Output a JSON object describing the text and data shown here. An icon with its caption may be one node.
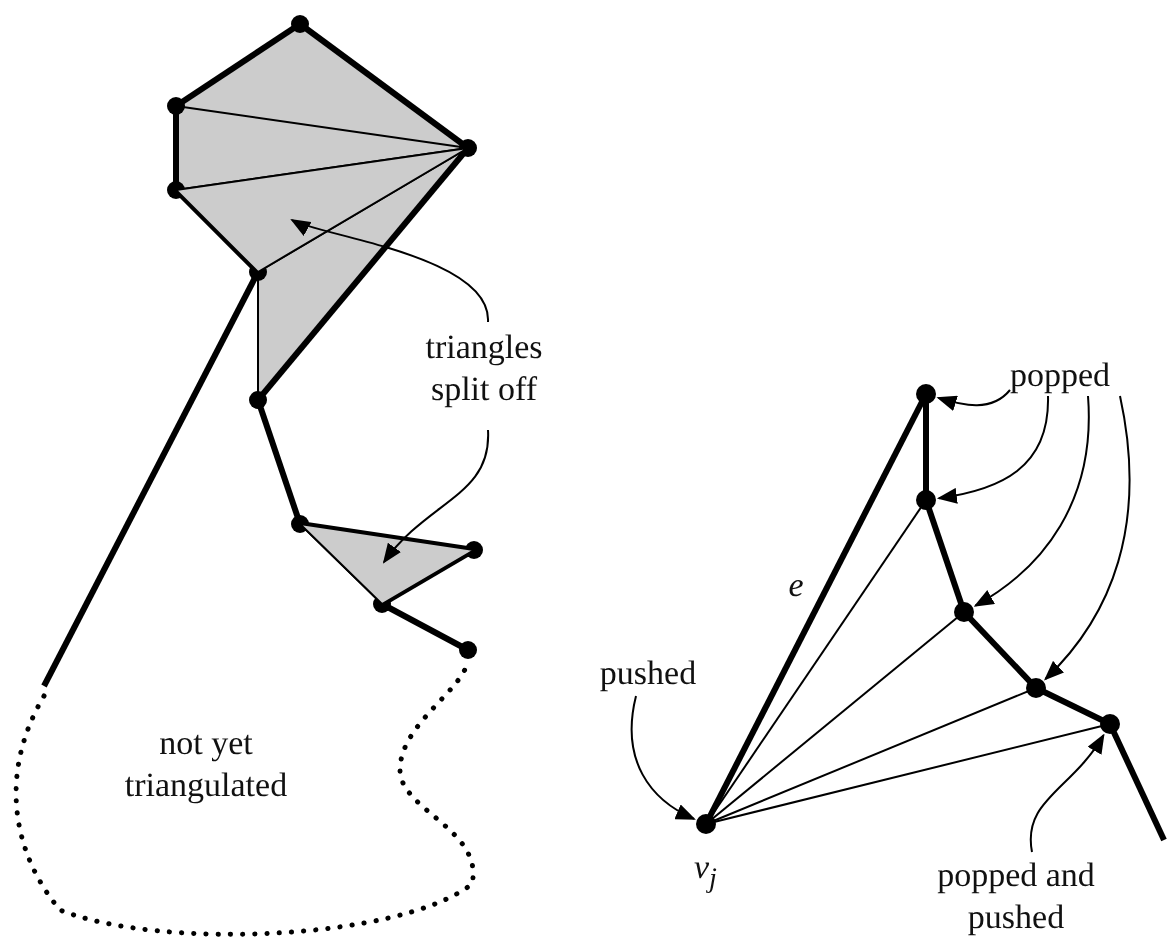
{
  "diagram": {
    "nodes": [
      {
        "text": [
          "triangles split off"
        ]
      },
      {
        "text": [],
        "shape": "triangle"
      },
      {
        "text": [],
        "shape": "triangle"
      },
      {
        "text": [
          "popped"
        ]
      },
      {
        "text": [],
        "shape": "circle"
      },
      {
        "text": [],
        "shape": "circle"
      },
      {
        "text": [],
        "shape": "circle"
      },
      {
        "text": [],
        "shape": "circle"
      },
      {
        "text": [
          "pushed"
        ]
      },
      {
        "text": [],
        "shape": "circle",
        "beside": [
          "v$_{j}$"
        ]
      },
      {
        "text": [
          "popped and pushed"
        ]
      },
      {
        "text": [],
        "shape": "circle"
      }
    ],
    "edges": [
      {
        "from": 0,
        "to": 1,
        "arrow": "to"
      },
      {
        "from": 0,
        "to": 2,
        "arrow": "to"
      },
      {
        "from": 3,
        "to": 4,
        "arrow": "to"
      },
      {
        "from": 3,
        "to": 5,
        "arrow": "to"
      },
      {
        "from": 3,
        "to": 6,
        "arrow": "to"
      },
      {
        "from": 3,
        "to": 7,
        "arrow": "to"
      },
      {
        "from": 8,
        "to": 9,
        "arrow": "to"
      },
      {
        "from": 10,
        "to": 11,
        "arrow": "to"
      }
    ],
    "labels": [
      "not yet triangulated",
      "e"
    ]
  }
}
